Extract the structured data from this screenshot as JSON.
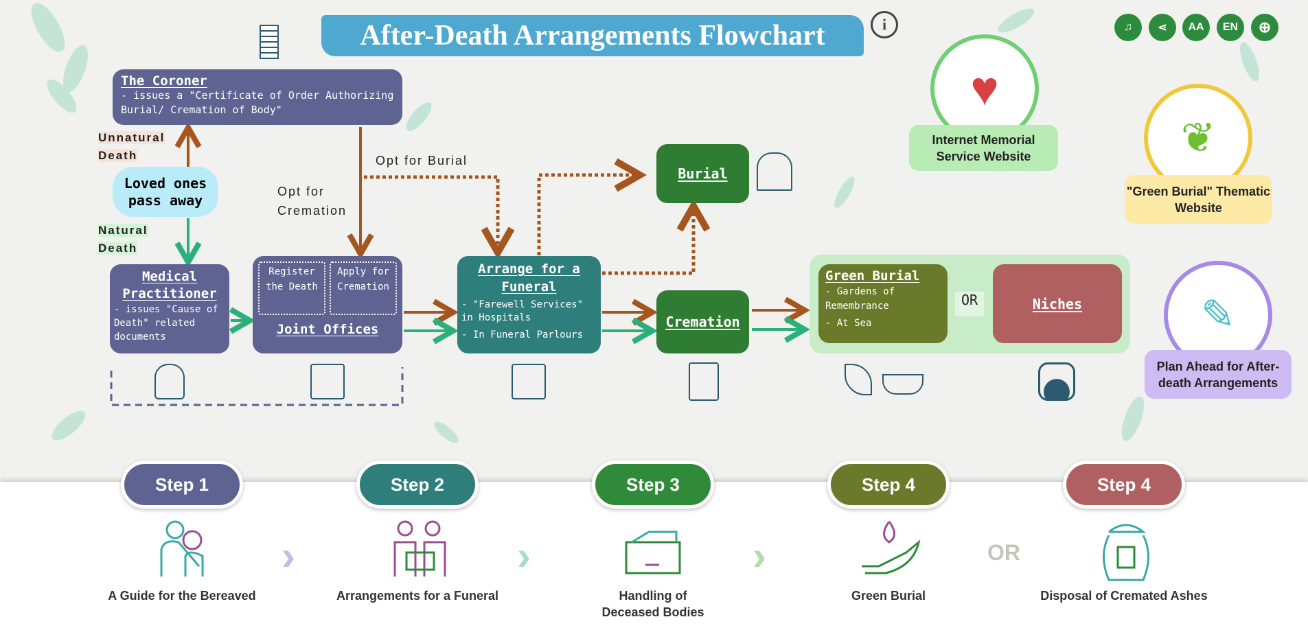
{
  "title": "After-Death Arrangements Flowchart",
  "toolbar": [
    {
      "icon": "music-off-icon",
      "label": ""
    },
    {
      "icon": "share-icon",
      "label": ""
    },
    {
      "icon": "font-size-icon",
      "label": "AA"
    },
    {
      "icon": "language-icon",
      "label": "EN"
    },
    {
      "icon": "globe-icon",
      "label": ""
    }
  ],
  "flow": {
    "coroner": {
      "title": "The Coroner",
      "text": "- issues a \"Certificate of Order Authorizing Burial/ Cremation of Body\""
    },
    "unnatural": "Unnatural Death",
    "natural": "Natural Death",
    "loved_ones": "Loved ones pass away",
    "opt_cremation": "Opt for Cremation",
    "opt_burial": "Opt for Burial",
    "medical": {
      "title": "Medical Practitioner",
      "text": "- issues \"Cause of Death\" related documents"
    },
    "joint": {
      "register": "Register the Death",
      "apply": "Apply for Cremation",
      "title": "Joint Offices"
    },
    "funeral": {
      "title": "Arrange for a Funeral",
      "items": [
        "- \"Farewell Services\" in Hospitals",
        "- In Funeral Parlours"
      ]
    },
    "burial": "Burial",
    "cremation": "Cremation",
    "green_burial": {
      "title": "Green Burial",
      "items": [
        "- Gardens of Remembrance",
        "- At Sea"
      ]
    },
    "or": "OR",
    "niches": "Niches"
  },
  "links": [
    {
      "label": "Internet Memorial Service Website",
      "color": "#b8ecb4",
      "ring": "#6fcf72"
    },
    {
      "label": "\"Green Burial\" Thematic Website",
      "color": "#fdeaa6",
      "ring": "#f0c93a"
    },
    {
      "label": "Plan Ahead for After-death Arrangements",
      "color": "#cdbcf3",
      "ring": "#a58be6"
    }
  ],
  "steps": [
    {
      "label": "Step 1",
      "caption": "A Guide for the Bereaved",
      "color": "#5e6391"
    },
    {
      "label": "Step 2",
      "caption": "Arrangements for a Funeral",
      "color": "#2e7e7c"
    },
    {
      "label": "Step 3",
      "caption": "Handling of Deceased Bodies",
      "color": "#2f8a3a"
    },
    {
      "label": "Step 4",
      "caption": "Green Burial",
      "color": "#6a7a2a"
    },
    {
      "label": "Step 4",
      "caption": "Disposal of Cremated Ashes",
      "color": "#b06060"
    }
  ],
  "steps_or": "OR",
  "colors": {
    "brown": "#a5561e",
    "green": "#2bb07a",
    "purple": "#5e6391",
    "teal": "#2e7e7c"
  }
}
